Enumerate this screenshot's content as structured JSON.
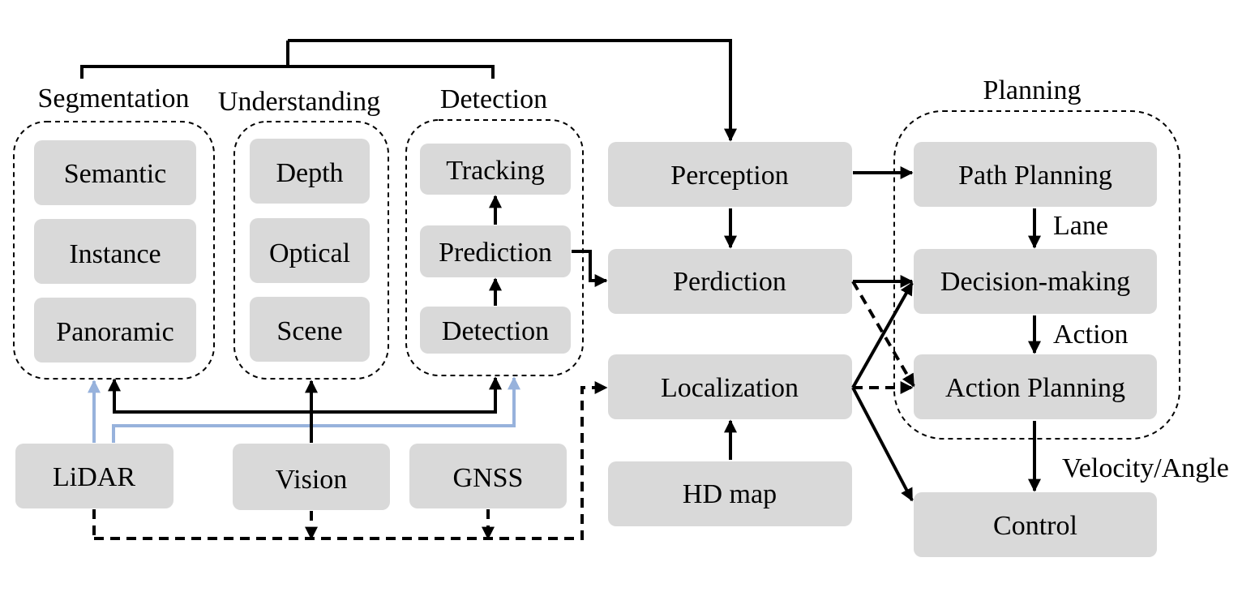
{
  "groups": {
    "segmentation": "Segmentation",
    "understanding": "Understanding",
    "detection": "Detection",
    "planning": "Planning"
  },
  "nodes": {
    "semantic": "Semantic",
    "instance": "Instance",
    "panoramic": "Panoramic",
    "depth": "Depth",
    "optical": "Optical",
    "scene": "Scene",
    "tracking": "Tracking",
    "prediction": "Prediction",
    "detection": "Detection",
    "lidar": "LiDAR",
    "vision": "Vision",
    "gnss": "GNSS",
    "perception": "Perception",
    "perdiction": "Perdiction",
    "localization": "Localization",
    "hdmap": "HD map",
    "path_planning": "Path Planning",
    "decision_making": "Decision-making",
    "action_planning": "Action Planning",
    "control": "Control"
  },
  "edge_labels": {
    "lane": "Lane",
    "action": "Action",
    "velocity_angle": "Velocity/Angle"
  },
  "colors": {
    "node_fill": "#d9d9d9",
    "lidar_link": "#97b2dc"
  }
}
